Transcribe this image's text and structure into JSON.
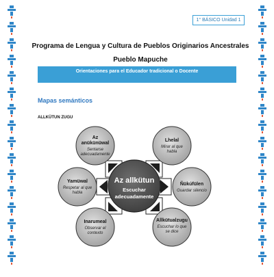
{
  "unit_label": "1° BÁSICO Unidad 1",
  "program_title": "Programa de Lengua y Cultura de Pueblos Originarios Ancestrales",
  "people_title": "Pueblo Mapuche",
  "banner_text": "Orientaciones para el Educador tradicional o Docente",
  "section_heading": "Mapas semánticos",
  "subsection_heading": "ALLKÜTUN ZUGU",
  "colors": {
    "accent_blue": "#3a9fd6",
    "heading_blue": "#2f78c0",
    "center_fill": "#555555",
    "node_fill": "#b7b7b7"
  },
  "diagram": {
    "center": {
      "title": "Az allkütun",
      "subtitle": "Escuchar adecuadamente"
    },
    "nodes": [
      {
        "title": "Az anükünüwal",
        "desc": "Sentarse adecuadamente"
      },
      {
        "title": "Lhelal",
        "desc": "Mirar al que habla"
      },
      {
        "title": "Yamüwal",
        "desc": "Respetar al que habla"
      },
      {
        "title": "Ñükúfülen",
        "desc": "Guardar silencio"
      },
      {
        "title": "Inarumeal",
        "desc": "Observar el contexto"
      },
      {
        "title": "Allkütualzugu",
        "desc": "Escuchar lo que se dice"
      }
    ]
  }
}
